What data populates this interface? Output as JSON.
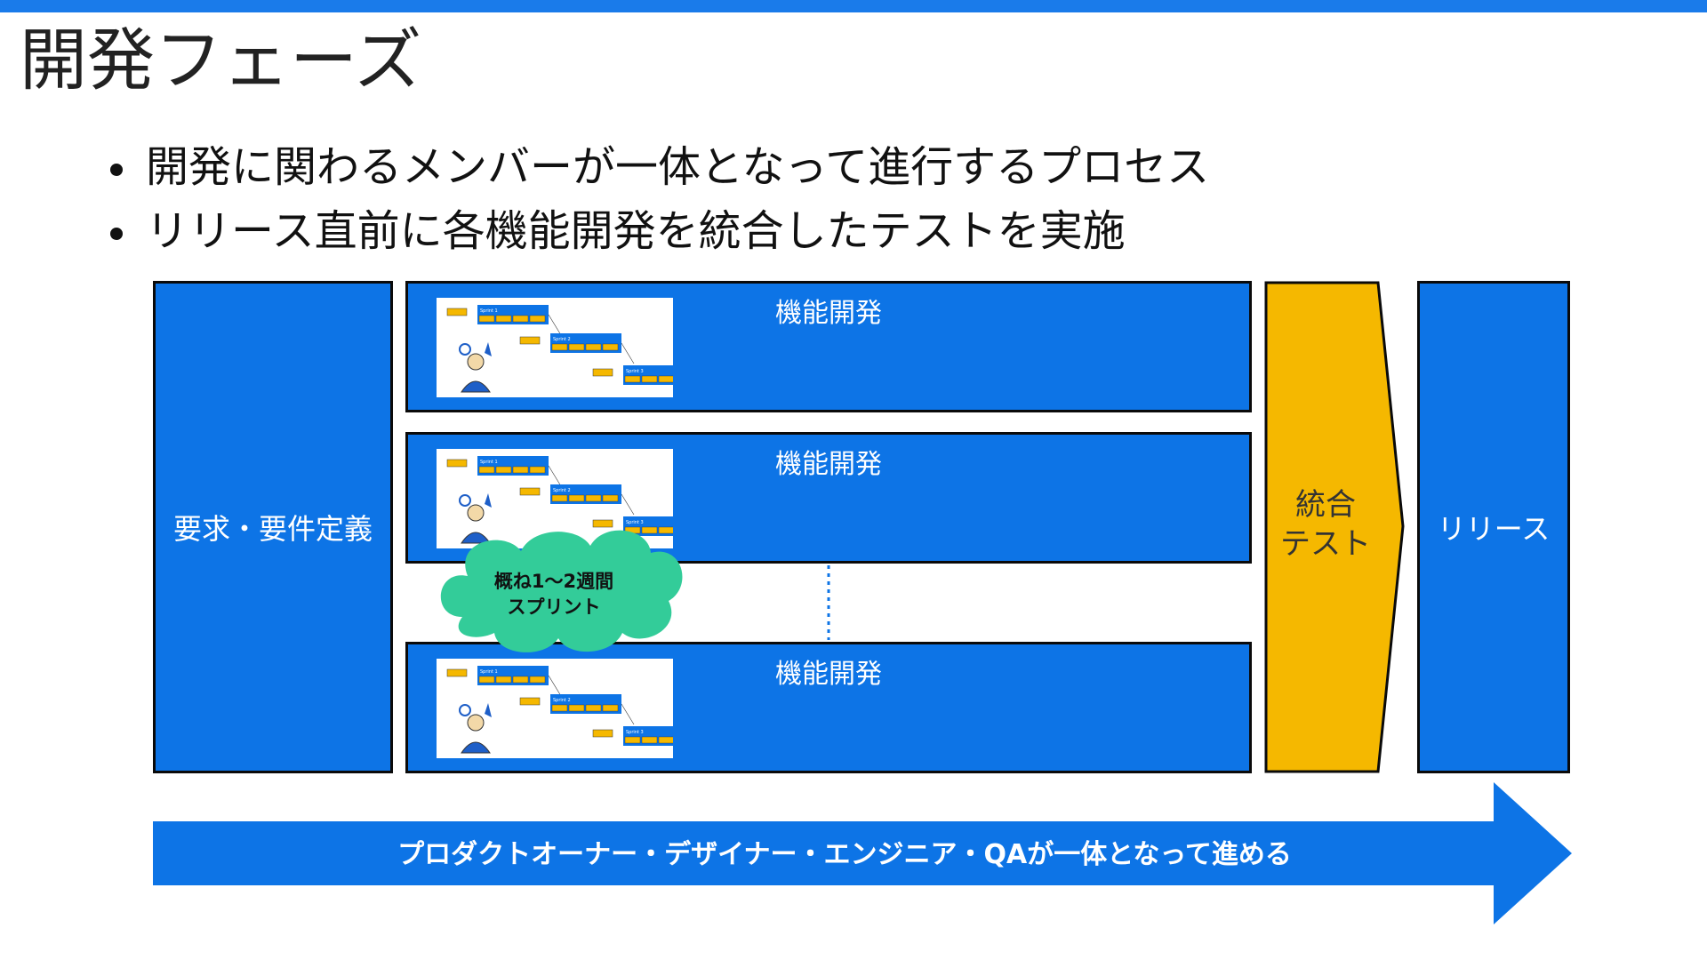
{
  "slide": {
    "title": "開発フェーズ",
    "bullets": [
      "開発に関わるメンバーが一体となって進行するプロセス",
      "リリース直前に各機能開発を統合したテストを実施"
    ]
  },
  "diagram": {
    "requirements_label": "要求・要件定義",
    "feature_boxes": [
      {
        "label": "機能開発"
      },
      {
        "label": "機能開発"
      },
      {
        "label": "機能開発"
      }
    ],
    "integration_test": {
      "line1": "統合",
      "line2": "テスト"
    },
    "release_label": "リリース",
    "cloud": {
      "line1": "概ね1〜2週間",
      "line2": "スプリント"
    },
    "bottom_arrow_label": "プロダクトオーナー・デザイナー・エンジニア・QAが一体となって進める",
    "thumbnail": {
      "sprints": [
        "Sprint 1",
        "Sprint 2",
        "Sprint 3"
      ]
    }
  },
  "colors": {
    "primary_blue": "#0d74e6",
    "integration_yellow": "#f5b800",
    "cloud_green": "#33cc99",
    "top_bar": "#1a7bea"
  }
}
